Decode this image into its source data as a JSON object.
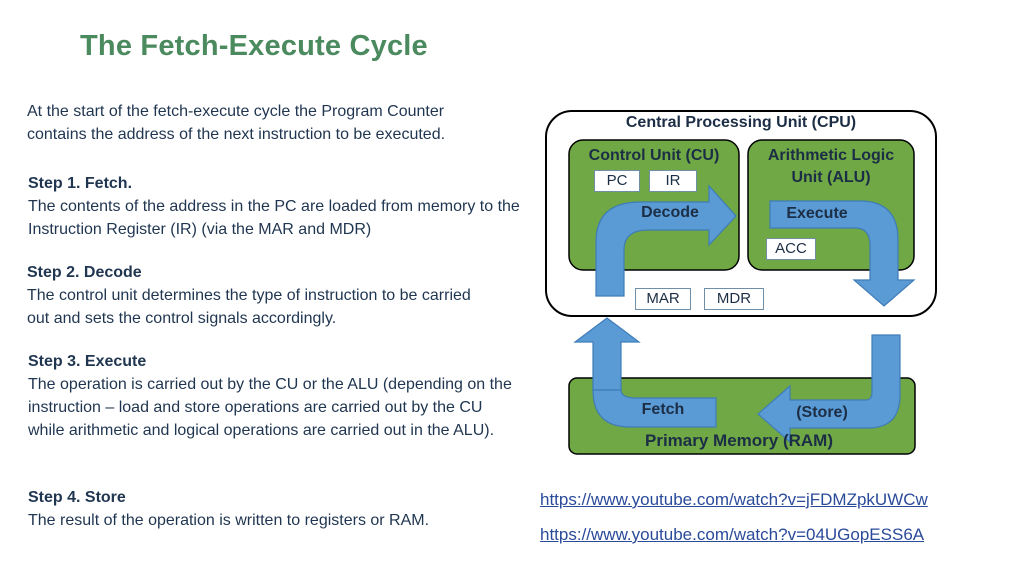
{
  "title": "The Fetch-Execute Cycle",
  "intro": "At the start of the fetch-execute cycle the Program Counter contains the address of the next instruction to be executed.",
  "steps": [
    {
      "heading": "Step 1. Fetch.",
      "text": "The contents of the address in the PC are loaded from memory to the Instruction Register (IR) (via the MAR and MDR)"
    },
    {
      "heading": "Step 2. Decode",
      "text": "The control unit determines the type of instruction to be carried out and sets the control signals accordingly."
    },
    {
      "heading": "Step 3. Execute",
      "text": "The operation is carried out by the CU or the ALU (depending on the instruction – load and store operations are carried out by  the CU while arithmetic and logical operations are carried out in the ALU)."
    },
    {
      "heading": "Step 4. Store",
      "text": "The result of the operation is written to registers or RAM."
    }
  ],
  "diagram": {
    "cpu_label": "Central Processing Unit (CPU)",
    "cu_label": "Control Unit (CU)",
    "alu_label": "Arithmetic Logic Unit (ALU)",
    "registers": {
      "pc": "PC",
      "ir": "IR",
      "acc": "ACC",
      "mar": "MAR",
      "mdr": "MDR"
    },
    "arrows": {
      "decode": "Decode",
      "execute": "Execute",
      "fetch": "Fetch",
      "store": "(Store)"
    },
    "ram_label": "Primary Memory (RAM)",
    "colors": {
      "unit_fill": "#6fa844",
      "arrow_fill": "#5b9bd5",
      "title": "#4a8a5e"
    }
  },
  "links": [
    "https://www.youtube.com/watch?v=jFDMZpkUWCw",
    "https://www.youtube.com/watch?v=04UGopESS6A"
  ]
}
